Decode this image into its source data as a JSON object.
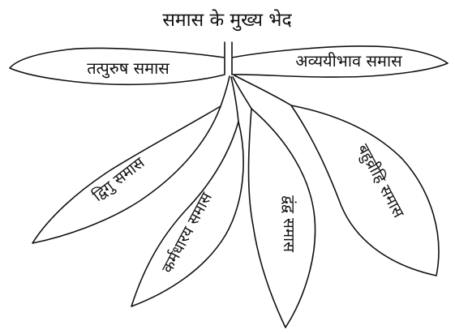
{
  "title": "समास के मुख्य भेद",
  "leaves": [
    {
      "id": "tatpurush",
      "label": "तत्पुरुष समास"
    },
    {
      "id": "avyayibhav",
      "label": "अव्ययीभाव समास"
    },
    {
      "id": "dvigu",
      "label": "द्विगु समास"
    },
    {
      "id": "karmadharaya",
      "label": "कर्मधारय समास"
    },
    {
      "id": "dvandva",
      "label": "द्वंद्व समास"
    },
    {
      "id": "bahuvrihi",
      "label": "बहुव्रीहि समास"
    }
  ],
  "colors": {
    "stroke": "#111111",
    "background": "#ffffff"
  }
}
